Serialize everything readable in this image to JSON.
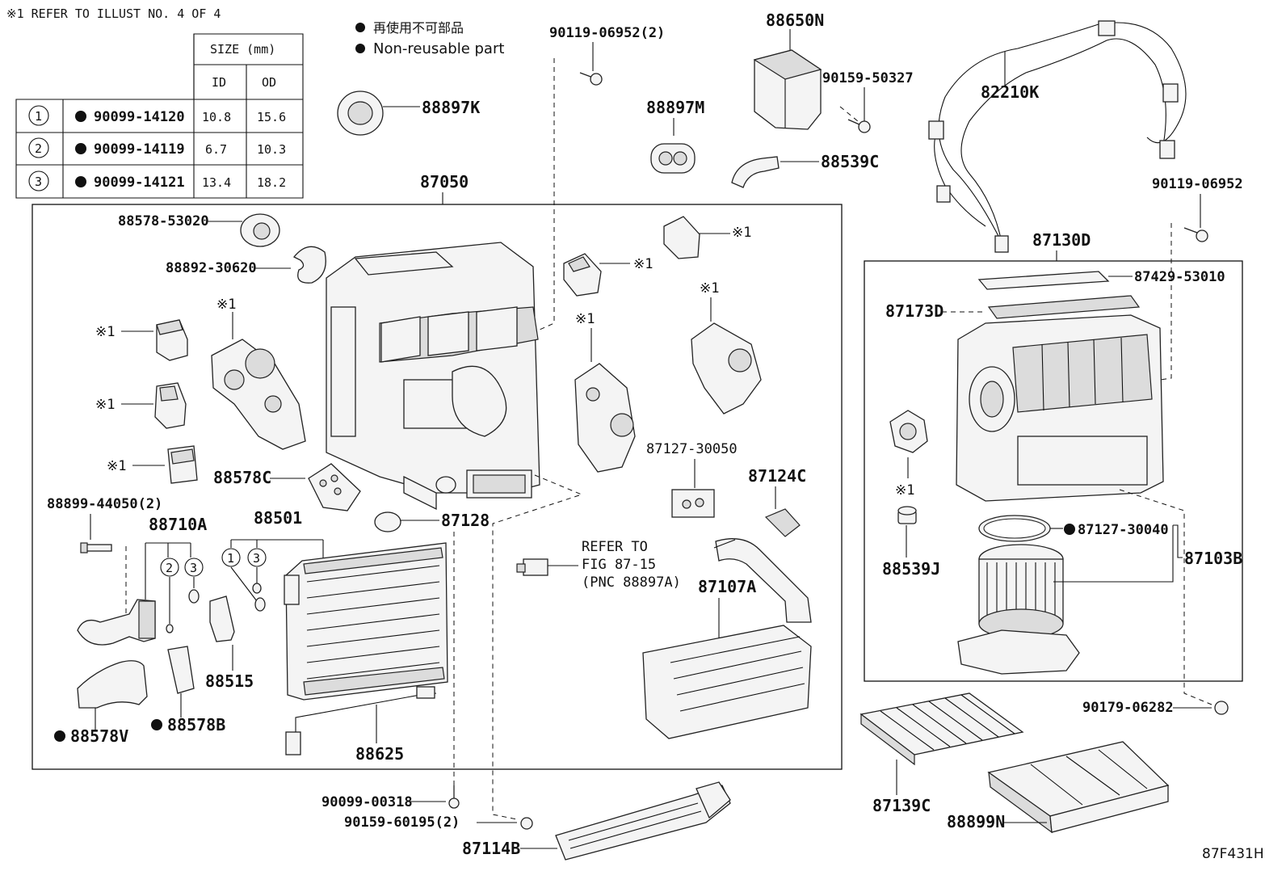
{
  "header": {
    "refer_note": "※1 REFER TO ILLUST NO. 4 OF 4",
    "legend_jp": "再使用不可部品",
    "legend_en": "Non-reusable part"
  },
  "size_table": {
    "size_header": "SIZE (mm)",
    "col_id": "ID",
    "col_od": "OD",
    "rows": [
      {
        "num": "1",
        "part": "90099-14120",
        "id": "10.8",
        "od": "15.6"
      },
      {
        "num": "2",
        "part": "90099-14119",
        "id": "6.7",
        "od": "10.3"
      },
      {
        "num": "3",
        "part": "90099-14121",
        "id": "13.4",
        "od": "18.2"
      }
    ]
  },
  "labels": {
    "p88897K": "88897K",
    "p90119_06952_2": "90119-06952(2)",
    "p88650N": "88650N",
    "p90159_50327": "90159-50327",
    "p88897M": "88897M",
    "p88539C": "88539C",
    "p82210K": "82210K",
    "p87050": "87050",
    "p88578_53020": "88578-53020",
    "p88892_30620": "88892-30620",
    "p88578C": "88578C",
    "p87128": "87128",
    "p88899_44050_2": "88899-44050(2)",
    "p88710A": "88710A",
    "p88501": "88501",
    "p88515": "88515",
    "p88578V": "88578V",
    "p88578B": "88578B",
    "p88625": "88625",
    "p87127_30050": "87127-30050",
    "p87124C": "87124C",
    "refer_fig_1": "REFER TO",
    "refer_fig_2": "FIG 87-15",
    "refer_fig_3": "(PNC 88897A)",
    "p87107A": "87107A",
    "p90099_00318": "90099-00318",
    "p90159_60195_2": "90159-60195(2)",
    "p87114B": "87114B",
    "p90119_06952": "90119-06952",
    "p87130D": "87130D",
    "p87429_53010": "87429-53010",
    "p87173D": "87173D",
    "p88539J": "88539J",
    "p87127_30040": "87127-30040",
    "p87103B": "87103B",
    "p90179_06282": "90179-06282",
    "p87139C": "87139C",
    "p88899N": "88899N",
    "ref_x1": "※1",
    "circle_1": "1",
    "circle_2": "2",
    "circle_3": "3",
    "illustration_code": "87F431H"
  }
}
